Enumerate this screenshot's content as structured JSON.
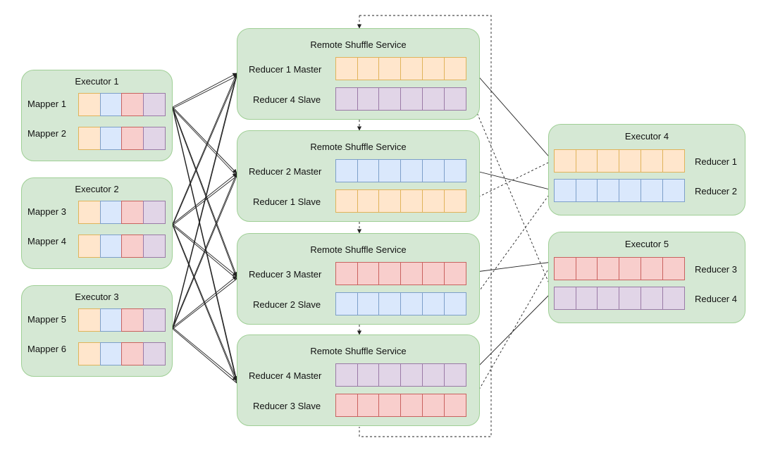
{
  "colors": {
    "box_fill": "#d5e8d4",
    "box_stroke": "#9fcf95",
    "orange": "#ffe6cc",
    "orange_stroke": "#e0b35a",
    "blue": "#dae8fc",
    "blue_stroke": "#7d9fc9",
    "red": "#f8cecc",
    "red_stroke": "#c9625f",
    "purple": "#e1d5e7",
    "purple_stroke": "#9a7aa6",
    "line": "#222222"
  },
  "executors_left": [
    {
      "title": "Executor 1",
      "rows": [
        {
          "label": "Mapper 1"
        },
        {
          "label": "Mapper 2"
        }
      ]
    },
    {
      "title": "Executor 2",
      "rows": [
        {
          "label": "Mapper 3"
        },
        {
          "label": "Mapper 4"
        }
      ]
    },
    {
      "title": "Executor 3",
      "rows": [
        {
          "label": "Mapper 5"
        },
        {
          "label": "Mapper 6"
        }
      ]
    }
  ],
  "shuffle_services": [
    {
      "title": "Remote Shuffle Service",
      "rows": [
        {
          "label": "Reducer 1 Master",
          "color": "orange"
        },
        {
          "label": "Reducer 4 Slave",
          "color": "purple"
        }
      ]
    },
    {
      "title": "Remote Shuffle Service",
      "rows": [
        {
          "label": "Reducer 2 Master",
          "color": "blue"
        },
        {
          "label": "Reducer 1 Slave",
          "color": "orange"
        }
      ]
    },
    {
      "title": "Remote Shuffle Service",
      "rows": [
        {
          "label": "Reducer 3 Master",
          "color": "red"
        },
        {
          "label": "Reducer 2 Slave",
          "color": "blue"
        }
      ]
    },
    {
      "title": "Remote Shuffle Service",
      "rows": [
        {
          "label": "Reducer 4 Master",
          "color": "purple"
        },
        {
          "label": "Reducer 3 Slave",
          "color": "red"
        }
      ]
    }
  ],
  "executors_right": [
    {
      "title": "Executor 4",
      "rows": [
        {
          "label": "Reducer 1",
          "color": "orange"
        },
        {
          "label": "Reducer 2",
          "color": "blue"
        }
      ]
    },
    {
      "title": "Executor 5",
      "rows": [
        {
          "label": "Reducer 3",
          "color": "red"
        },
        {
          "label": "Reducer 4",
          "color": "purple"
        }
      ]
    }
  ],
  "mapper_block_colors": [
    "orange",
    "blue",
    "red",
    "purple"
  ],
  "reducer_block_count": 6
}
